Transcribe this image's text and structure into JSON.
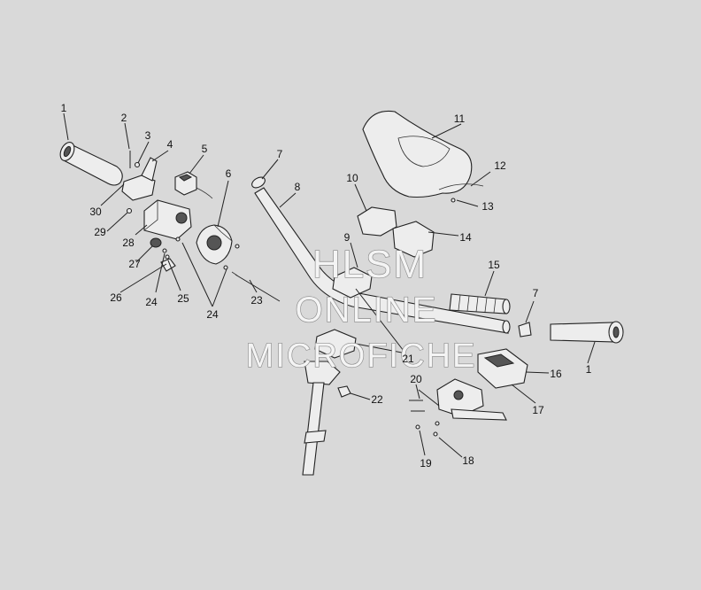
{
  "diagram": {
    "callouts": [
      {
        "n": "1"
      },
      {
        "n": "2"
      },
      {
        "n": "3"
      },
      {
        "n": "4"
      },
      {
        "n": "5"
      },
      {
        "n": "6"
      },
      {
        "n": "7"
      },
      {
        "n": "8"
      },
      {
        "n": "9"
      },
      {
        "n": "10"
      },
      {
        "n": "11"
      },
      {
        "n": "12"
      },
      {
        "n": "13"
      },
      {
        "n": "14"
      },
      {
        "n": "15"
      },
      {
        "n": "7"
      },
      {
        "n": "1"
      },
      {
        "n": "16"
      },
      {
        "n": "17"
      },
      {
        "n": "21"
      },
      {
        "n": "22"
      },
      {
        "n": "20"
      },
      {
        "n": "19"
      },
      {
        "n": "18"
      },
      {
        "n": "23"
      },
      {
        "n": "24"
      },
      {
        "n": "24"
      },
      {
        "n": "25"
      },
      {
        "n": "26"
      },
      {
        "n": "27"
      },
      {
        "n": "28"
      },
      {
        "n": "29"
      },
      {
        "n": "30"
      }
    ]
  },
  "watermark": {
    "line1": "HLSM",
    "line2": "ONLINE",
    "line3": "MICROFICHE"
  }
}
